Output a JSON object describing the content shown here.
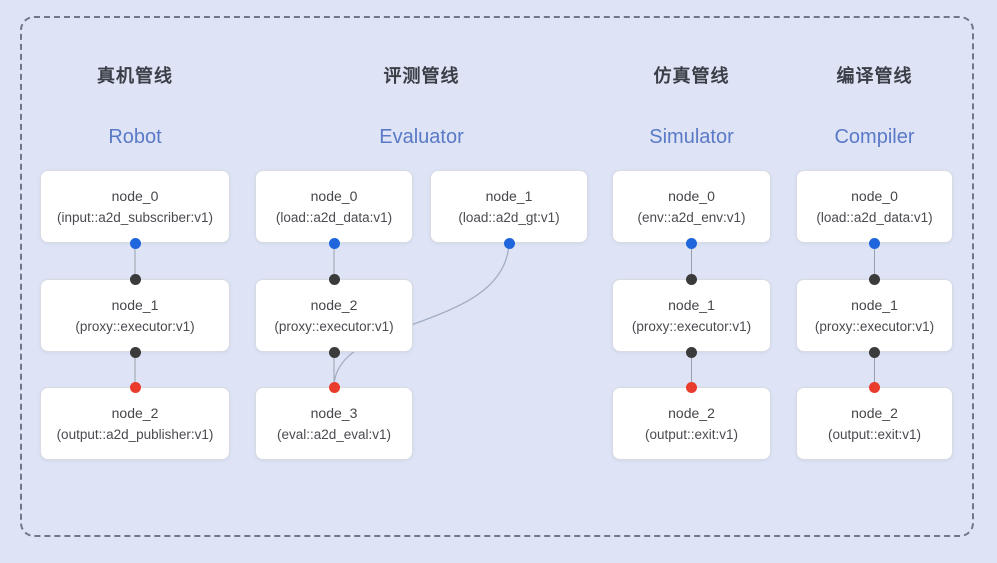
{
  "colors": {
    "background": "#dee4f6",
    "frame_dash": "#6e7888",
    "title_zh_text": "#3a3f47",
    "title_en_text": "#5a79c6",
    "node_background": "#ffffff",
    "node_border": "#d8dbe2",
    "node_text": "#46464b",
    "edge_line": "#98a0ab",
    "cross_edge_line": "#a3adc4",
    "dot_blue": "#1f66dd",
    "dot_dark": "#3b3b3b",
    "dot_red": "#ea3c2d"
  },
  "icons": {
    "dot_blue": "source-handle-blue",
    "dot_dark": "target-handle-dark",
    "dot_red": "sink-handle-red"
  },
  "pipelines": [
    {
      "id": "robot",
      "title_zh": "真机管线",
      "title_en": "Robot",
      "nodes": [
        {
          "name": "node_0",
          "type": "(input::a2d_subscriber:v1)",
          "handles": {
            "bottom": "blue"
          }
        },
        {
          "name": "node_1",
          "type": "(proxy::executor:v1)",
          "handles": {
            "top": "dark",
            "bottom": "dark"
          }
        },
        {
          "name": "node_2",
          "type": "(output::a2d_publisher:v1)",
          "handles": {
            "top": "red"
          }
        }
      ],
      "edges": [
        [
          "node_0",
          "node_1"
        ],
        [
          "node_1",
          "node_2"
        ]
      ]
    },
    {
      "id": "evaluator",
      "title_zh": "评测管线",
      "title_en": "Evaluator",
      "nodes": [
        {
          "name": "node_0",
          "type": "(load::a2d_data:v1)",
          "handles": {
            "bottom": "blue"
          }
        },
        {
          "name": "node_1",
          "type": "(load::a2d_gt:v1)",
          "handles": {
            "bottom": "blue"
          }
        },
        {
          "name": "node_2",
          "type": "(proxy::executor:v1)",
          "handles": {
            "top": "dark",
            "bottom": "dark"
          }
        },
        {
          "name": "node_3",
          "type": "(eval::a2d_eval:v1)",
          "handles": {
            "top": "red"
          }
        }
      ],
      "edges": [
        [
          "node_0",
          "node_2"
        ],
        [
          "node_2",
          "node_3"
        ],
        [
          "node_1",
          "node_3"
        ]
      ]
    },
    {
      "id": "simulator",
      "title_zh": "仿真管线",
      "title_en": "Simulator",
      "nodes": [
        {
          "name": "node_0",
          "type": "(env::a2d_env:v1)",
          "handles": {
            "bottom": "blue"
          }
        },
        {
          "name": "node_1",
          "type": "(proxy::executor:v1)",
          "handles": {
            "top": "dark",
            "bottom": "dark"
          }
        },
        {
          "name": "node_2",
          "type": "(output::exit:v1)",
          "handles": {
            "top": "red"
          }
        }
      ],
      "edges": [
        [
          "node_0",
          "node_1"
        ],
        [
          "node_1",
          "node_2"
        ]
      ]
    },
    {
      "id": "compiler",
      "title_zh": "编译管线",
      "title_en": "Compiler",
      "nodes": [
        {
          "name": "node_0",
          "type": "(load::a2d_data:v1)",
          "handles": {
            "bottom": "blue"
          }
        },
        {
          "name": "node_1",
          "type": "(proxy::executor:v1)",
          "handles": {
            "top": "dark",
            "bottom": "dark"
          }
        },
        {
          "name": "node_2",
          "type": "(output::exit:v1)",
          "handles": {
            "top": "red"
          }
        }
      ],
      "edges": [
        [
          "node_0",
          "node_1"
        ],
        [
          "node_1",
          "node_2"
        ]
      ]
    }
  ]
}
